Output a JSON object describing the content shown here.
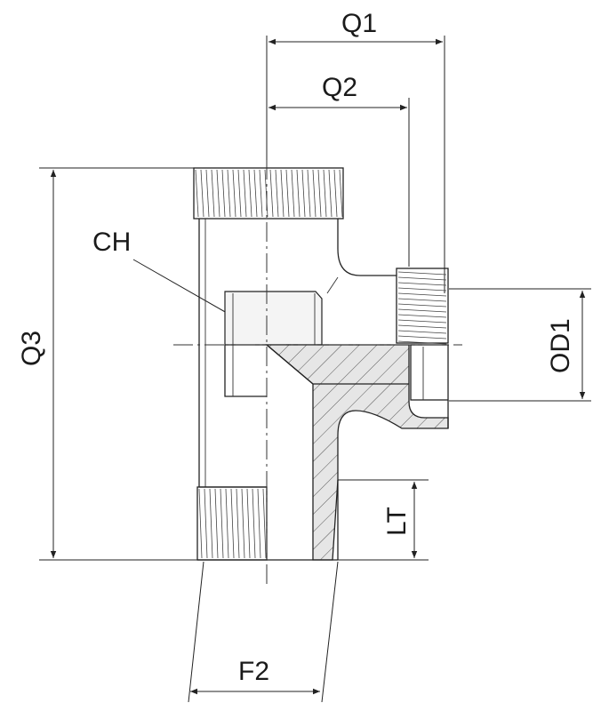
{
  "labels": {
    "q1": "Q1",
    "q2": "Q2",
    "q3": "Q3",
    "ch": "CH",
    "od1": "OD1",
    "lt": "LT",
    "f2": "F2"
  }
}
